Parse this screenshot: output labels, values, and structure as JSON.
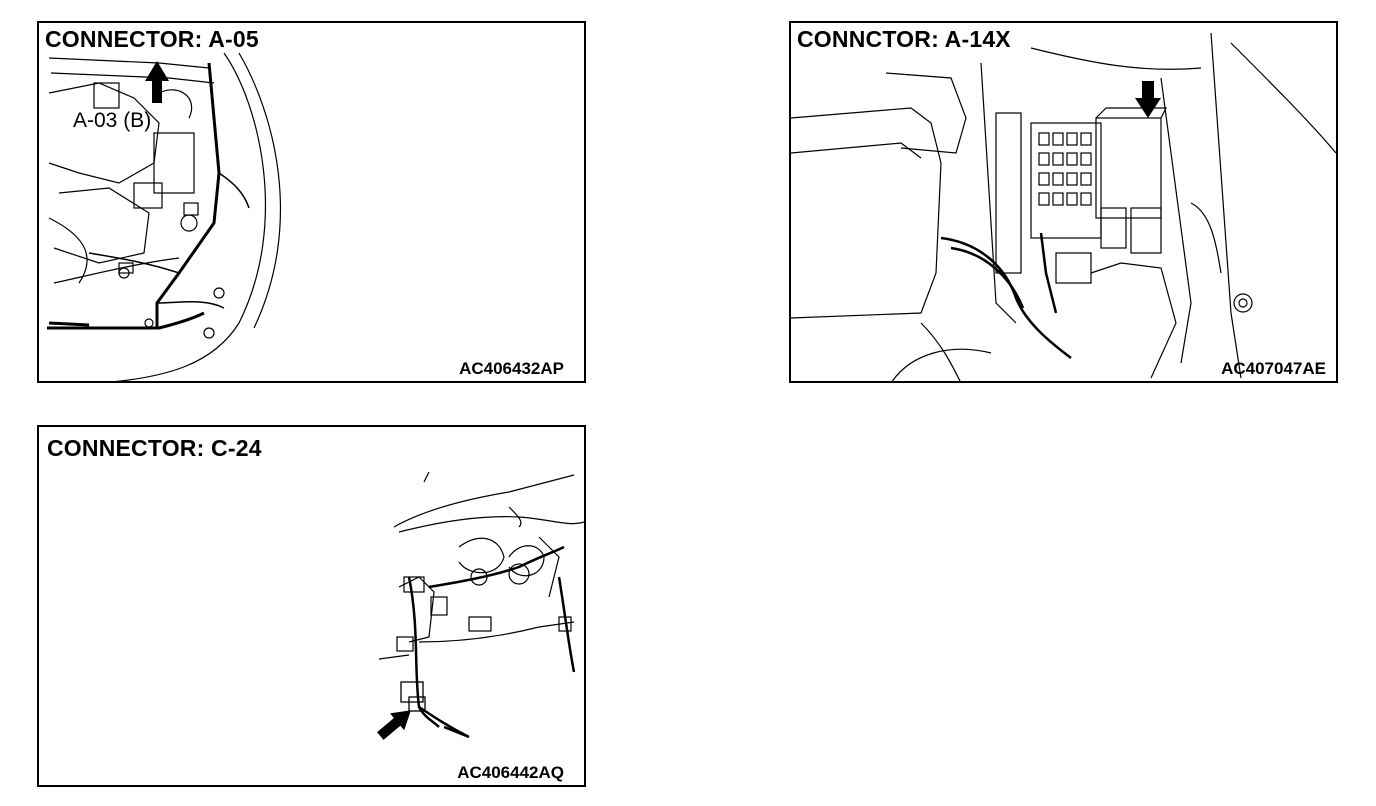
{
  "panels": [
    {
      "title": "CONNECTOR: A-05",
      "callout": "A-03 (B)",
      "code": "AC406432AP"
    },
    {
      "title": "CONNCTOR: A-14X",
      "code": "AC407047AE"
    },
    {
      "title": "CONNECTOR: C-24",
      "code": "AC406442AQ"
    }
  ]
}
